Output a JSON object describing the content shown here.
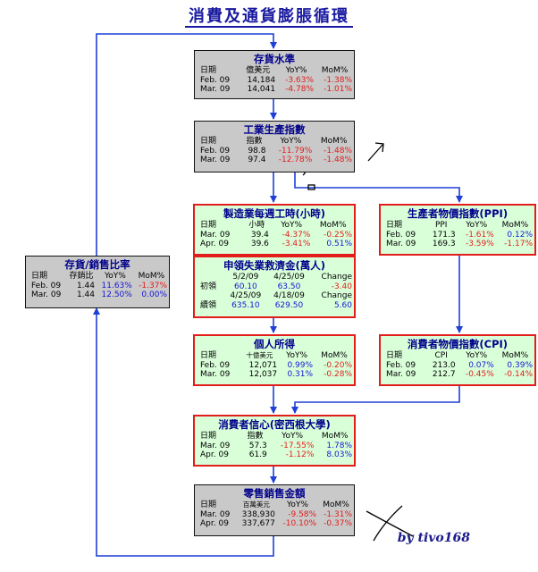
{
  "title": "消費及通貨膨脹循環",
  "signature": "by tivo168",
  "colors": {
    "line": "#1f3fd6",
    "negative": "#e31c1c",
    "positive": "#1515d6",
    "header": "#00008b"
  },
  "boxes": {
    "inventory": {
      "title": "存貨水準",
      "headers": [
        "日期",
        "億美元",
        "YoY%",
        "MoM%"
      ],
      "rows": [
        [
          "Feb. 09",
          "14,184",
          "-3.63%",
          "-1.38%"
        ],
        [
          "Mar. 09",
          "14,041",
          "-4.78%",
          "-1.01%"
        ]
      ]
    },
    "industrial": {
      "title": "工業生產指數",
      "headers": [
        "日期",
        "指數",
        "YoY%",
        "MoM%"
      ],
      "rows": [
        [
          "Feb. 09",
          "98.8",
          "-11.79%",
          "-1.48%"
        ],
        [
          "Mar. 09",
          "97.4",
          "-12.78%",
          "-1.48%"
        ]
      ]
    },
    "hours": {
      "title": "製造業每週工時(小時)",
      "headers": [
        "日期",
        "小時",
        "YoY%",
        "MoM%"
      ],
      "rows": [
        [
          "Mar. 09",
          "39.4",
          "-4.37%",
          "-0.25%"
        ],
        [
          "Apr. 09",
          "39.6",
          "-3.41%",
          "0.51%"
        ]
      ]
    },
    "ppi": {
      "title": "生產者物價指數(PPI)",
      "headers": [
        "日期",
        "PPI",
        "YoY%",
        "MoM%"
      ],
      "rows": [
        [
          "Feb. 09",
          "171.3",
          "-1.61%",
          "0.12%"
        ],
        [
          "Mar. 09",
          "169.3",
          "-3.59%",
          "-1.17%"
        ]
      ]
    },
    "claims": {
      "title": "申領失業救濟金(萬人)",
      "rows": [
        [
          "",
          "5/2/09",
          "4/25/09",
          "Change"
        ],
        [
          "初領",
          "60.10",
          "63.50",
          "-3.40"
        ],
        [
          "",
          "4/25/09",
          "4/18/09",
          "Change"
        ],
        [
          "續領",
          "635.10",
          "629.50",
          "5.60"
        ]
      ]
    },
    "ratio": {
      "title": "存貨/銷售比率",
      "headers": [
        "日期",
        "存銷比",
        "YoY%",
        "MoM%"
      ],
      "rows": [
        [
          "Feb. 09",
          "1.44",
          "11.63%",
          "-1.37%"
        ],
        [
          "Mar. 09",
          "1.44",
          "12.50%",
          "0.00%"
        ]
      ]
    },
    "income": {
      "title": "個人所得",
      "headers": [
        "日期",
        "十億美元",
        "YoY%",
        "MoM%"
      ],
      "rows": [
        [
          "Feb. 09",
          "12,071",
          "0.99%",
          "-0.20%"
        ],
        [
          "Mar. 09",
          "12,037",
          "0.31%",
          "-0.28%"
        ]
      ]
    },
    "cpi": {
      "title": "消費者物價指數(CPI)",
      "headers": [
        "日期",
        "CPI",
        "YoY%",
        "MoM%"
      ],
      "rows": [
        [
          "Feb. 09",
          "213.0",
          "0.07%",
          "0.39%"
        ],
        [
          "Mar. 09",
          "212.7",
          "-0.45%",
          "-0.14%"
        ]
      ]
    },
    "confidence": {
      "title": "消費者信心(密西根大學)",
      "headers": [
        "日期",
        "指數",
        "YoY%",
        "MoM%"
      ],
      "rows": [
        [
          "Mar. 09",
          "57.3",
          "-17.55%",
          "1.78%"
        ],
        [
          "Apr. 09",
          "61.9",
          "-1.12%",
          "8.03%"
        ]
      ]
    },
    "retail": {
      "title": "零售銷售金額",
      "headers": [
        "日期",
        "百萬美元",
        "YoY%",
        "MoM%"
      ],
      "rows": [
        [
          "Mar. 09",
          "338,930",
          "-9.58%",
          "-1.31%"
        ],
        [
          "Apr. 09",
          "337,677",
          "-10.10%",
          "-0.37%"
        ]
      ]
    }
  }
}
